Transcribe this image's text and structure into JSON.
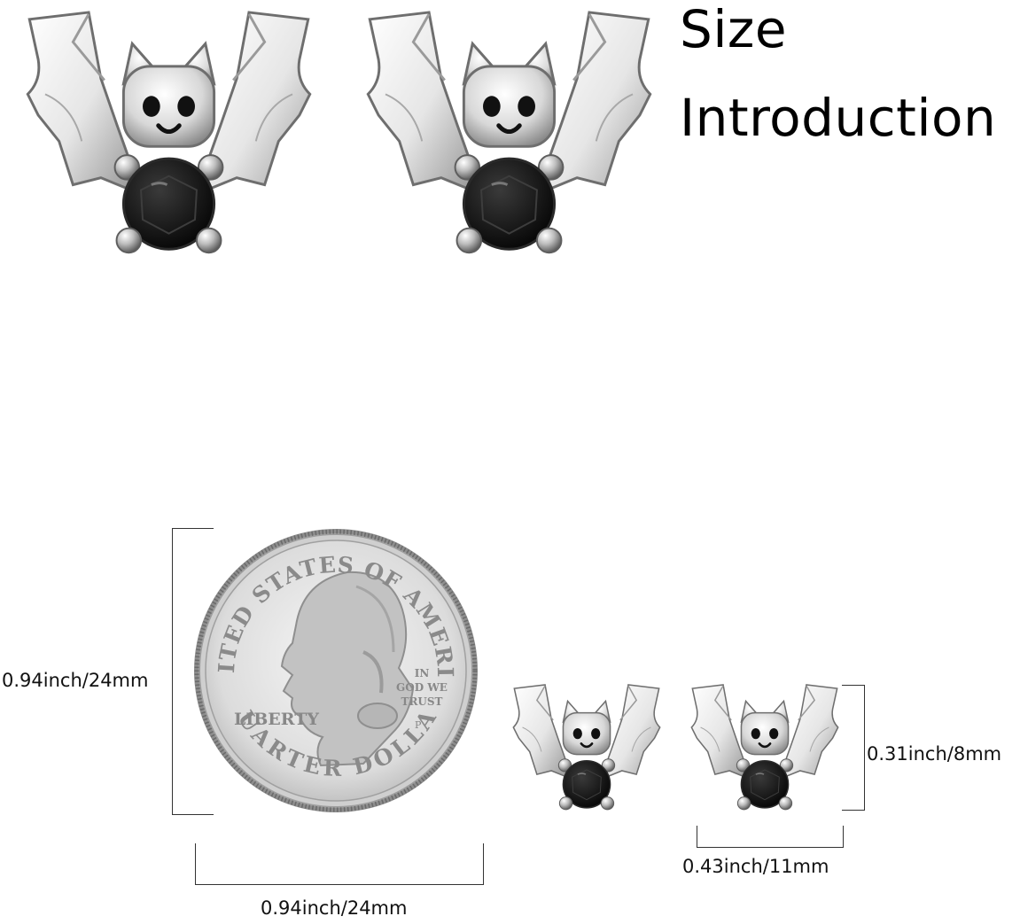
{
  "title": {
    "line1": "Size",
    "line2": "Introduction"
  },
  "coin": {
    "top_text": "UNITED STATES OF AMERICA",
    "bottom_text": "QUARTER DOLLAR",
    "left_text": "LIBERTY",
    "motto_line1": "IN",
    "motto_line2": "GOD WE",
    "motto_line3": "TRUST",
    "mint_mark": "P"
  },
  "dimensions": {
    "coin_height": "0.94inch/24mm",
    "coin_width": "0.94inch/24mm",
    "earring_height": "0.31inch/8mm",
    "earring_width": "0.43inch/11mm"
  },
  "colors": {
    "metal_light": "#f4f4f4",
    "metal_mid": "#c9c9c9",
    "metal_dark": "#6e6e6e",
    "gem": "#0d0d0d",
    "line": "#333333"
  }
}
